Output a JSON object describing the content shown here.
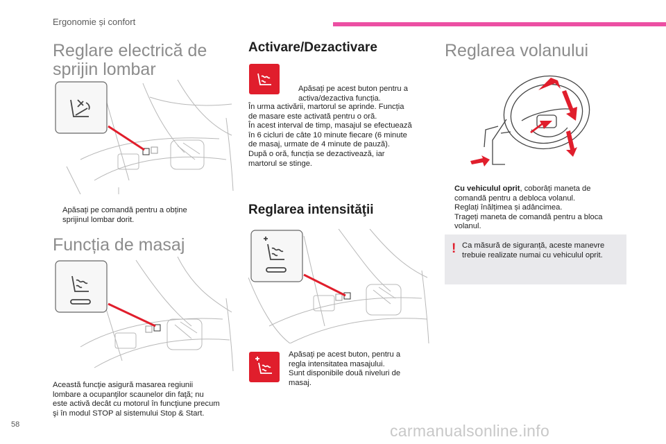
{
  "header": {
    "section": "Ergonomie și confort"
  },
  "accent_color": "#ec4fa3",
  "icon_color": "#e01e2c",
  "col1": {
    "lumbar": {
      "title_line1": "Reglare electrică de",
      "title_line2": "sprijin lombar",
      "instr_line1": "Apăsați pe comandă pentru a obține",
      "instr_line2": "sprijinul lombar dorit."
    },
    "massage": {
      "title": "Funcția de masaj",
      "desc": [
        "Această funcţie asigură masarea regiunii",
        "lombare a ocupanţilor scaunelor din faţă; nu",
        "este activă decât cu motorul în funcţiune precum",
        "şi în modul STOP al sistemului Stop & Start."
      ]
    }
  },
  "col2": {
    "activation": {
      "title": "Activare/Dezactivare",
      "instr_line1": "Apăsați pe acest buton pentru a",
      "instr_line2": "activa/dezactiva funcția.",
      "desc": [
        "În urma activării, martorul se aprinde. Funcția",
        "de masare este activată pentru o oră.",
        "În acest interval de timp, masajul se efectuează",
        "în 6 cicluri de câte 10 minute fiecare (6 minute",
        "de masaj, urmate de 4 minute de pauză).",
        "După o oră, funcția se dezactivează, iar",
        "martorul se stinge."
      ]
    },
    "intensity": {
      "title": "Reglarea intensităţii",
      "desc": [
        "Apăsaţi pe acest buton, pentru a",
        "regla intensitatea masajului.",
        "Sunt disponibile două niveluri de",
        "masaj."
      ]
    }
  },
  "col3": {
    "steering": {
      "title": "Reglarea volanului",
      "step1_bold": "Cu vehiculul oprit",
      "step1_rest": ", coborâți maneta de",
      "step1_line2": "comandă pentru a debloca volanul.",
      "step2": "Reglați înălțimea și adâncimea.",
      "step3_line1": "Trageți maneta de comandă pentru a bloca",
      "step3_line2": "volanul.",
      "warning_mark": "!",
      "warning_line1": "Ca măsură de siguranță, aceste manevre",
      "warning_line2": "trebuie realizate numai cu vehiculul oprit."
    }
  },
  "bullet_glyph": "",
  "icons": [
    "lumbar-seat-icon",
    "massage-seat-icon",
    "massage-intensity-icon",
    "steering-wheel-illustration",
    "seat-illustration"
  ],
  "footer": {
    "page_number": "58",
    "watermark": "carmanualsonline.info"
  }
}
